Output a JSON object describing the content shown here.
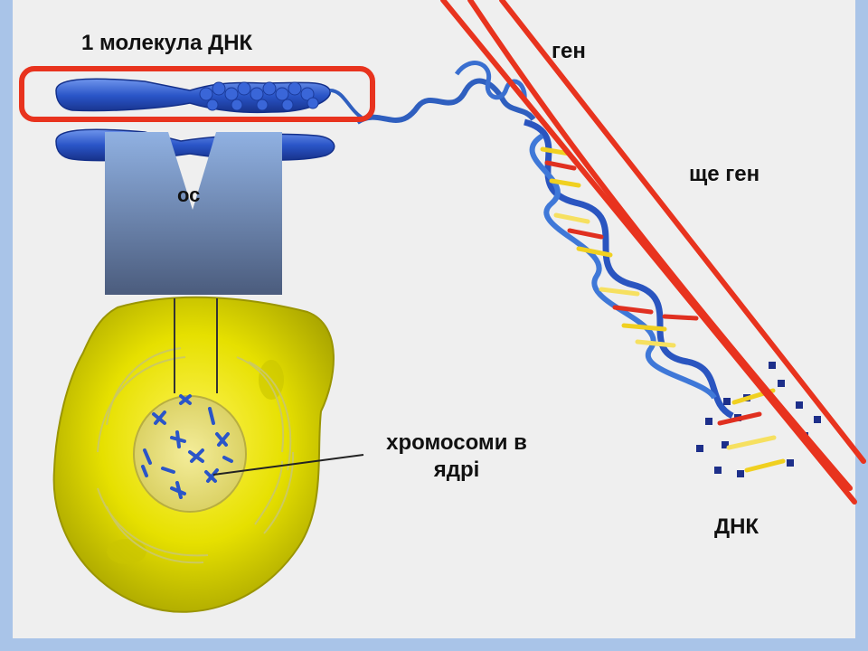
{
  "labels": {
    "dna_molecule": "1 молекула ДНК",
    "gene": "ген",
    "another_gene": "ще ген",
    "chromosomes_line1": "хромосоми в",
    "chromosomes_line2": "ядрі",
    "dna": "ДНК",
    "partial_hidden": "ос"
  },
  "colors": {
    "slide_background": "#efefef",
    "frame": "#a9c4e8",
    "chromosome_blue": "#2a55c8",
    "highlight_red": "#e8331e",
    "cell_yellow": "#d8d400",
    "overlay_gradient_top": "#8fb0e0",
    "overlay_gradient_bottom": "#4d5f80"
  }
}
